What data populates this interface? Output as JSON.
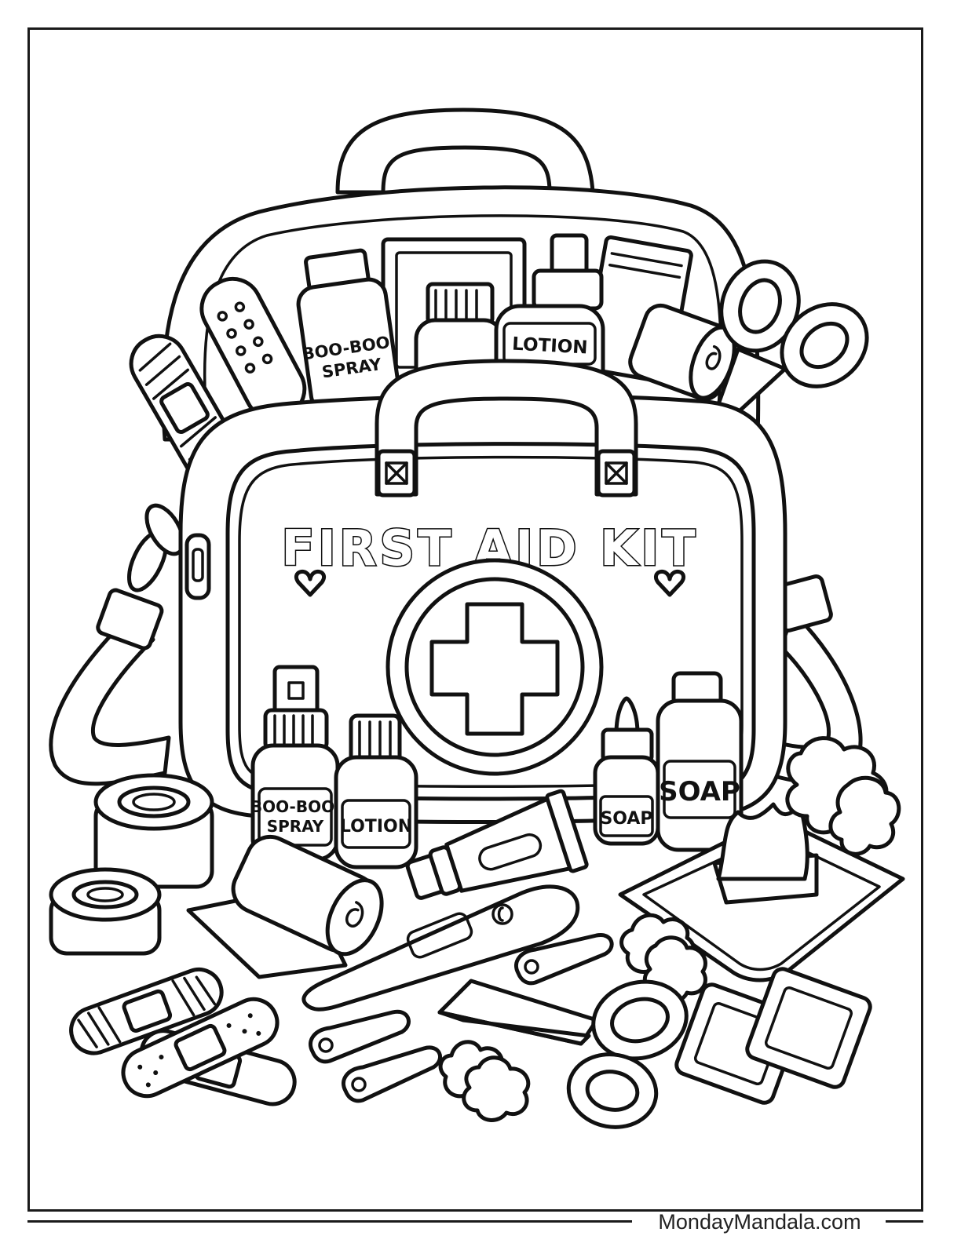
{
  "page": {
    "background_color": "#ffffff",
    "line_color": "#111111",
    "heading": "FIRST AID KIT",
    "footer_credit": "MondayMandala.com"
  },
  "labels": {
    "spray_top": "BOO-BOO SPRAY",
    "lotion_top": "LOTION",
    "spray_bottom": "BOO-BOO SPRAY",
    "lotion_bottom": "LOTION",
    "soap_small": "SOAP",
    "soap_large": "SOAP"
  },
  "icons": [
    "medical-cross-icon",
    "heart-icon",
    "scissors-icon",
    "safety-pin-icon",
    "bandage-icon",
    "thermometer-icon",
    "tissue-icon",
    "cotton-ball-icon"
  ]
}
